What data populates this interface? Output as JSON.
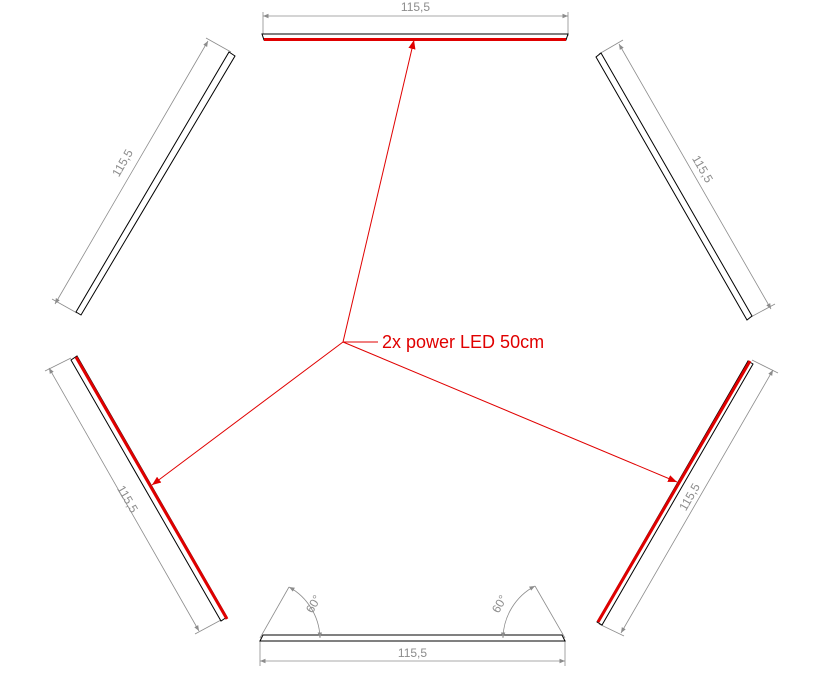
{
  "diagram": {
    "callout_label": "2x power LED 50cm",
    "angle_label": "60°",
    "colors": {
      "led": "#e00000",
      "dimension": "#8c8c8c",
      "profile": "#000000",
      "callout": "#e00000",
      "background": "#ffffff"
    },
    "segments": [
      {
        "id": "top",
        "length_label": "115,5",
        "has_led": true
      },
      {
        "id": "upper-left",
        "length_label": "115,5",
        "has_led": false
      },
      {
        "id": "upper-right",
        "length_label": "115,5",
        "has_led": false
      },
      {
        "id": "lower-left",
        "length_label": "115,5",
        "has_led": true
      },
      {
        "id": "lower-right",
        "length_label": "115,5",
        "has_led": true
      },
      {
        "id": "bottom",
        "length_label": "115,5",
        "has_led": false
      }
    ]
  }
}
